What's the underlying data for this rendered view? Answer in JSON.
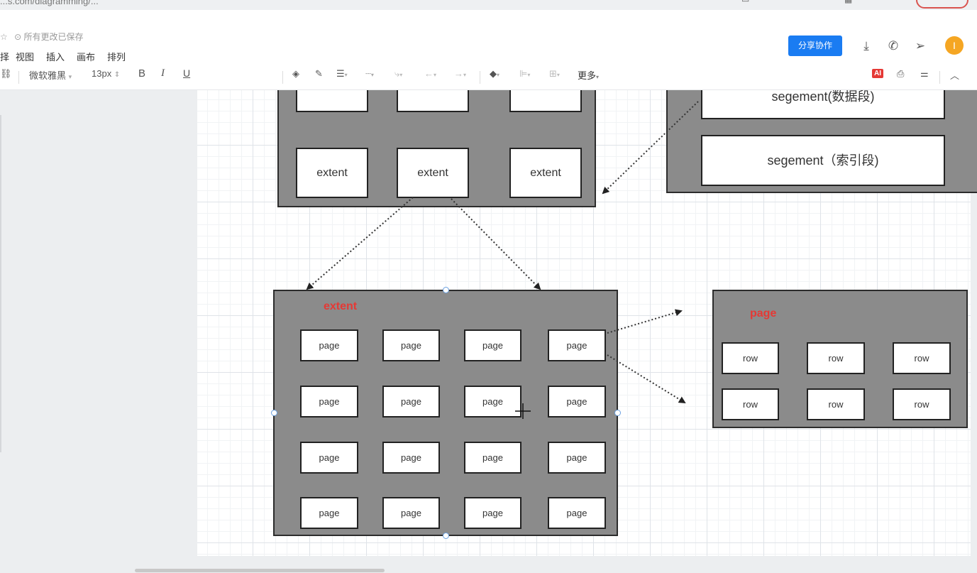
{
  "browser": {
    "url_fragment": "...s.com/diagramming/..."
  },
  "header": {
    "save_status": "所有更改已保存",
    "menu": [
      "择",
      "视图",
      "插入",
      "画布",
      "排列"
    ],
    "share_label": "分享协作",
    "avatar_initial": "I"
  },
  "toolbar": {
    "font_family": "微软雅黑",
    "font_size": "13px",
    "more_label": "更多",
    "ai_badge": "AI"
  },
  "diagram": {
    "top_left_container": {
      "boxes": [
        "extent",
        "extent",
        "extent"
      ]
    },
    "top_right_container": {
      "segments": [
        "segement(数据段)",
        "segement（索引段)"
      ]
    },
    "extent_container": {
      "title": "extent",
      "pages": [
        "page",
        "page",
        "page",
        "page",
        "page",
        "page",
        "page",
        "page",
        "page",
        "page",
        "page",
        "page",
        "page",
        "page",
        "page",
        "page"
      ]
    },
    "page_container": {
      "title": "page",
      "rows": [
        "row",
        "row",
        "row",
        "row",
        "row",
        "row"
      ]
    }
  },
  "colors": {
    "accent": "#1a7cf2",
    "container_fill": "#8b8b8b",
    "label_red": "#e53935",
    "avatar": "#f5a623"
  }
}
